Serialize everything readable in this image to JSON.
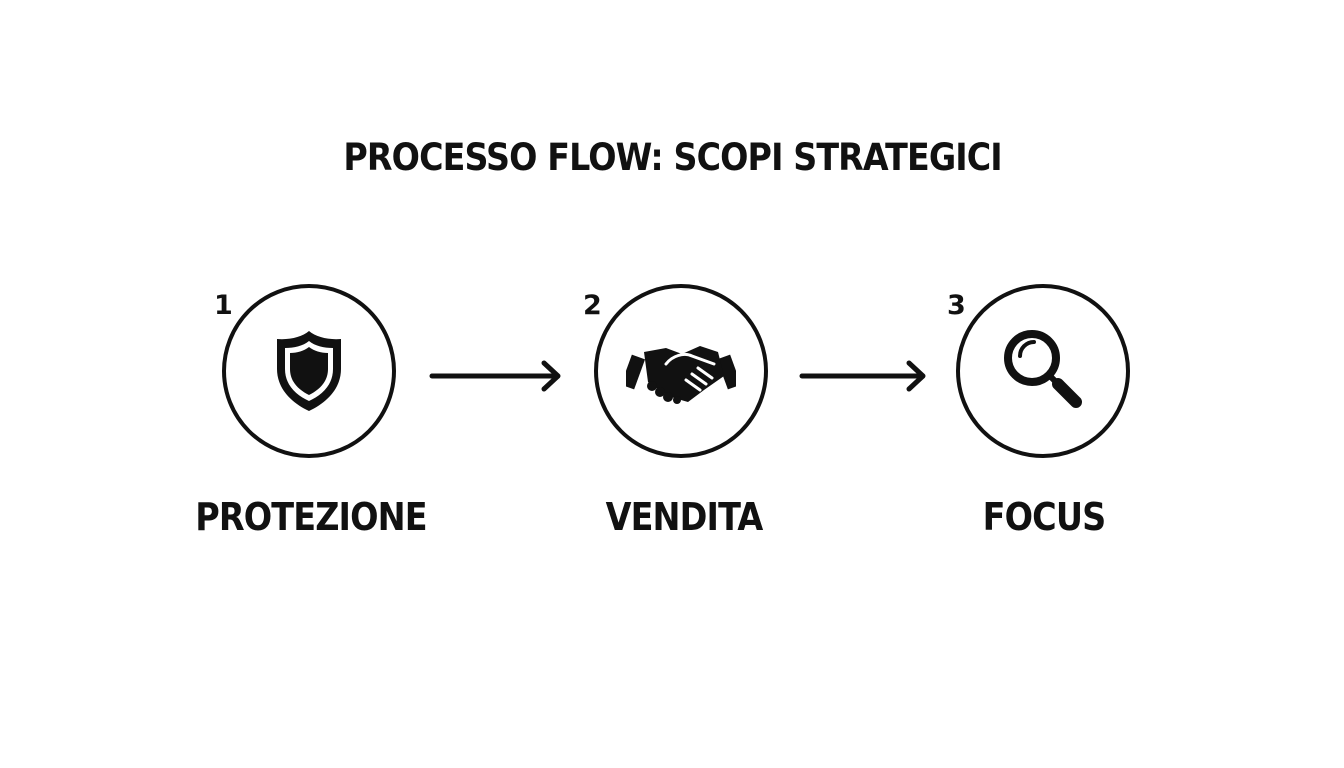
{
  "title": "PROCESSO FLOW: SCOPI STRATEGICI",
  "colors": {
    "background": "#ffffff",
    "ink": "#111111"
  },
  "steps": [
    {
      "number": "1",
      "label": "PROTEZIONE",
      "icon": "shield-icon"
    },
    {
      "number": "2",
      "label": "VENDITA",
      "icon": "handshake-icon"
    },
    {
      "number": "3",
      "label": "FOCUS",
      "icon": "magnifying-glass-icon"
    }
  ],
  "connectors": [
    {
      "from": "1",
      "to": "2",
      "icon": "arrow-right-icon"
    },
    {
      "from": "2",
      "to": "3",
      "icon": "arrow-right-icon"
    }
  ]
}
